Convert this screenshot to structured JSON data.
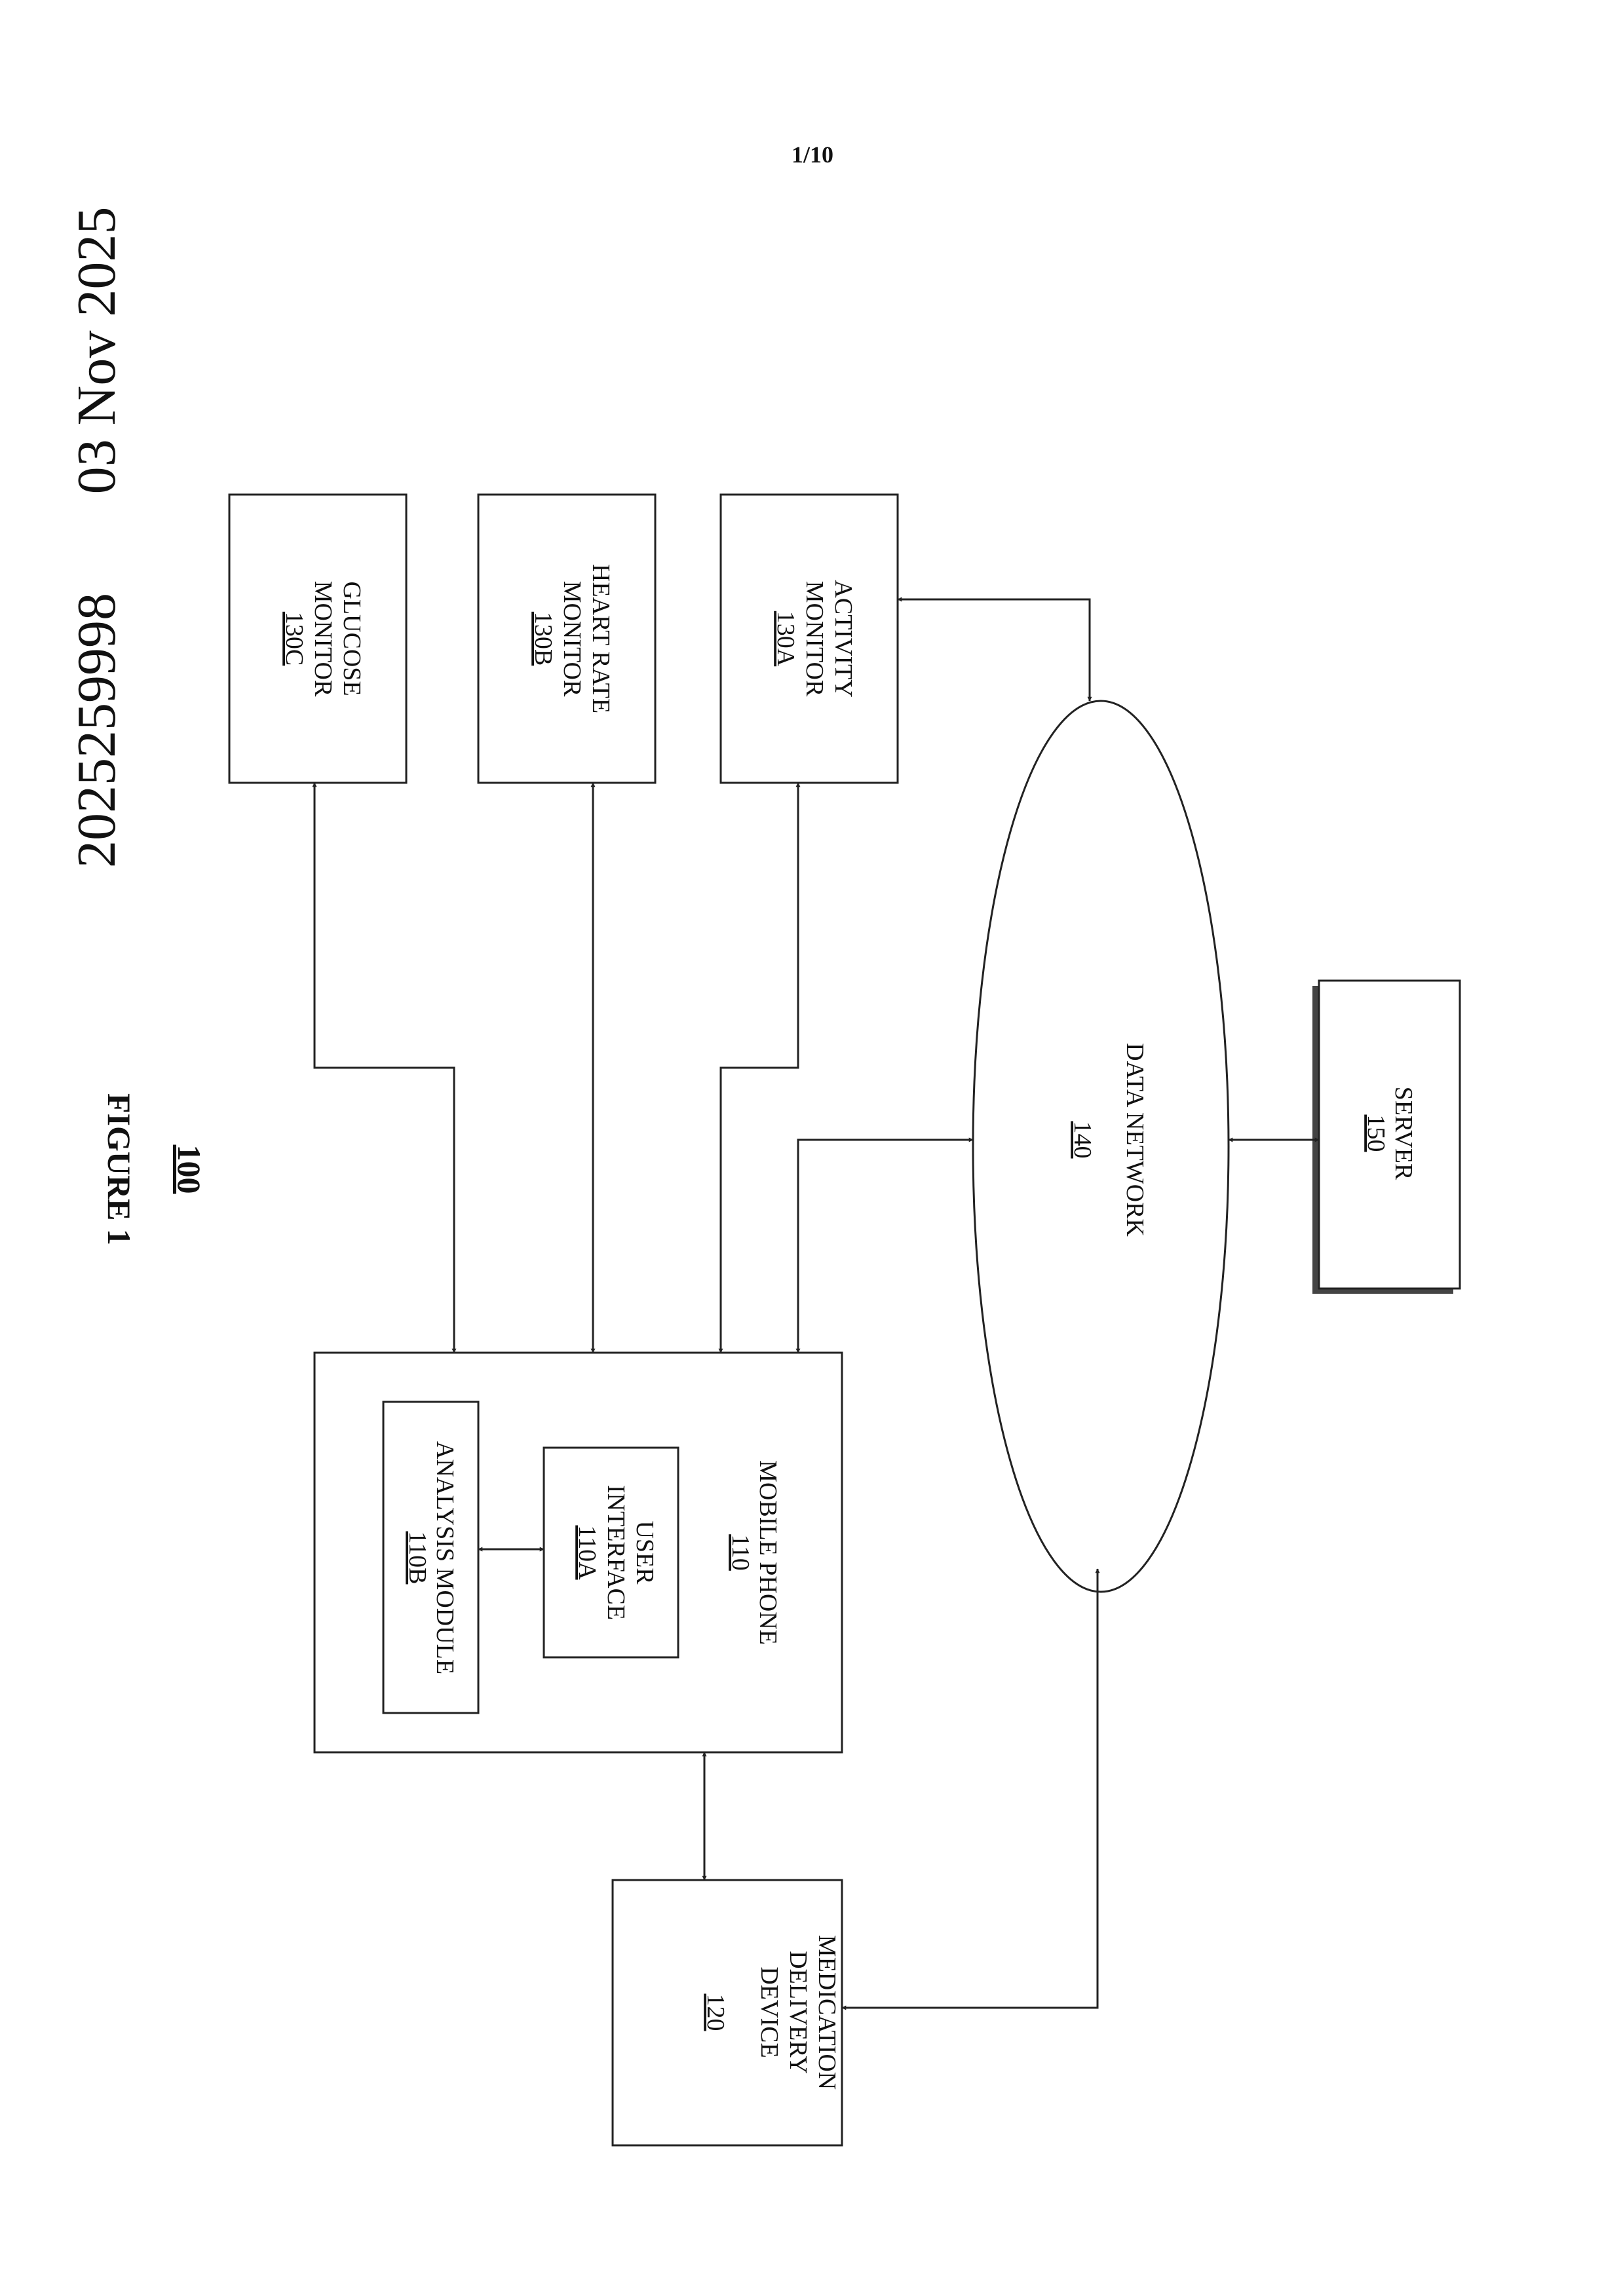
{
  "header": {
    "page_number": "1/10",
    "doc_number": "2025259998",
    "date": "03 Nov 2025"
  },
  "figure": {
    "ref": "100",
    "caption": "FIGURE 1"
  },
  "nodes": {
    "glucose": {
      "lines": [
        "GLUCOSE",
        "MONITOR"
      ],
      "ref": "130C"
    },
    "heart": {
      "lines": [
        "HEART RATE",
        "MONITOR"
      ],
      "ref": "130B"
    },
    "activity": {
      "lines": [
        "ACTIVITY",
        "MONITOR"
      ],
      "ref": "130A"
    },
    "network": {
      "lines": [
        "DATA NETWORK"
      ],
      "ref": "140"
    },
    "server": {
      "lines": [
        "SERVER"
      ],
      "ref": "150"
    },
    "mobile": {
      "lines": [
        "MOBILE PHONE"
      ],
      "ref": "110"
    },
    "ui": {
      "lines": [
        "USER",
        "INTERFACE"
      ],
      "ref": "110A"
    },
    "analysis": {
      "lines": [
        "ANALYSIS MODULE"
      ],
      "ref": "110B"
    },
    "medication": {
      "lines": [
        "MEDICATION",
        "DELIVERY",
        "DEVICE"
      ],
      "ref": "120"
    }
  }
}
